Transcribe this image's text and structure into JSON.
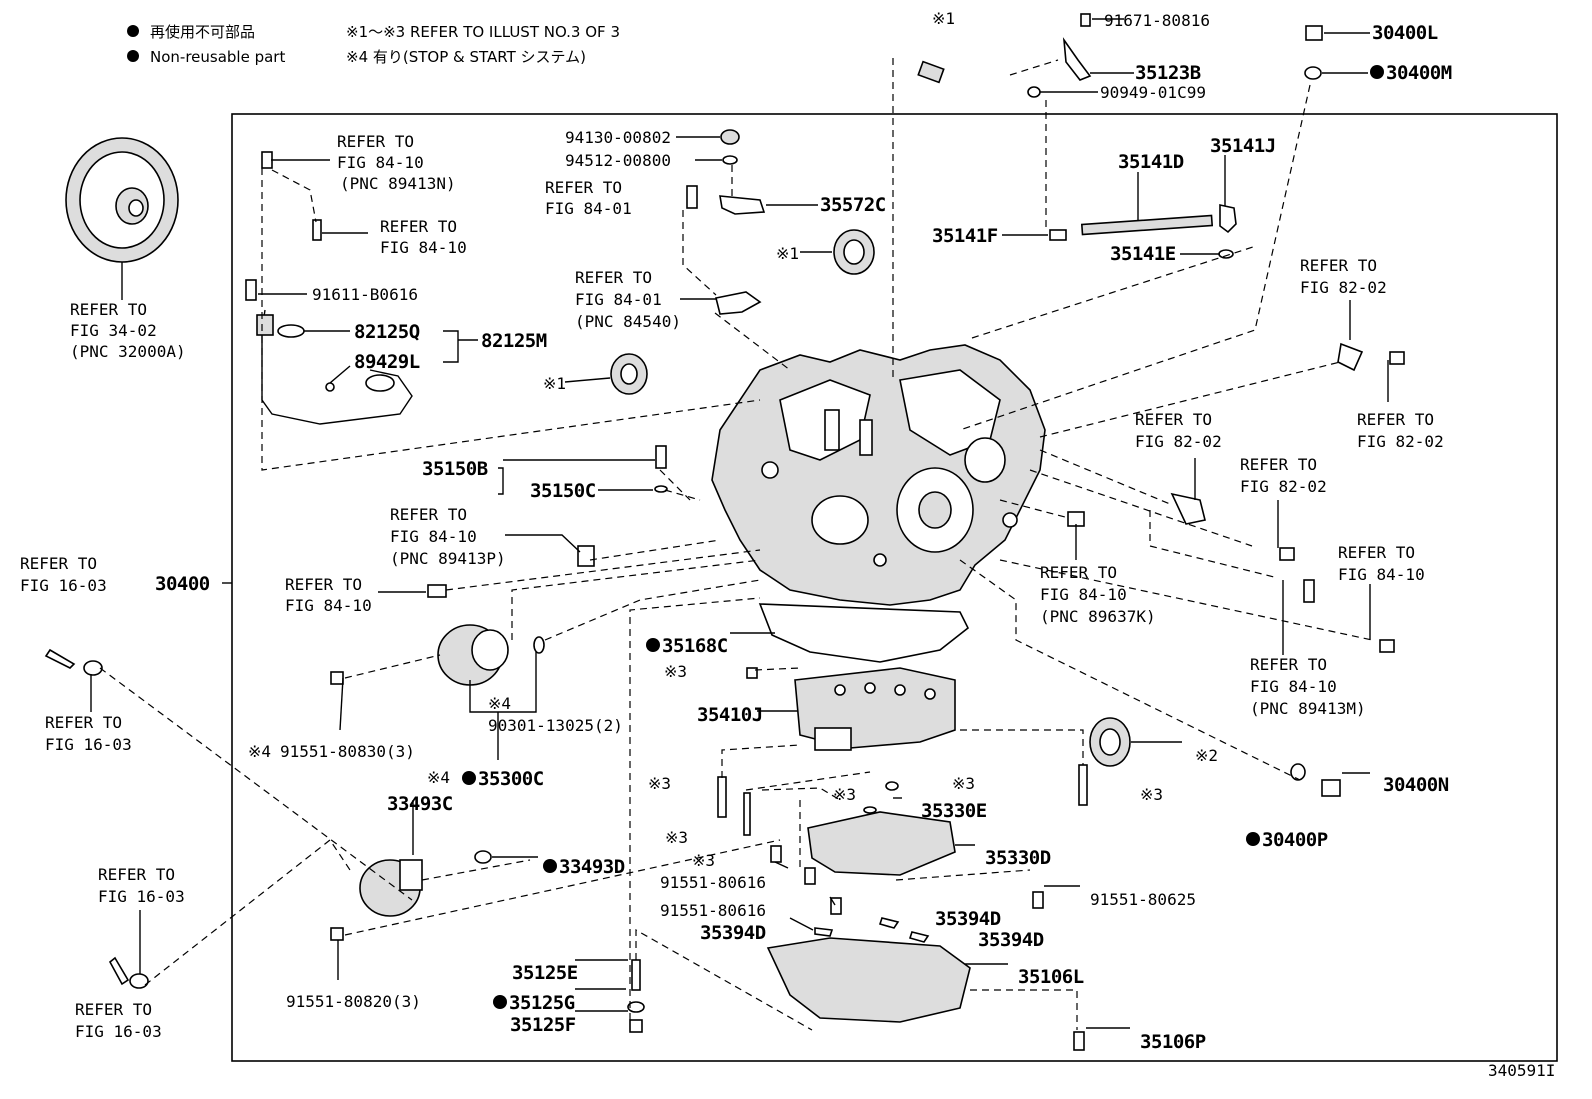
{
  "legend": {
    "line1_jp": "再使用不可部品",
    "line2_en": "Non-reusable part",
    "note1": "※1～※3 REFER TO ILLUST NO.3 OF 3",
    "note2": "※4 有り(STOP & START システム)"
  },
  "marks": {
    "m1": "※1",
    "m2": "※2",
    "m3": "※3",
    "m4": "※4"
  },
  "refs": {
    "refer_to": "REFER TO",
    "fig_84_10": "FIG 84-10",
    "fig_84_01": "FIG 84-01",
    "fig_82_02": "FIG 82-02",
    "fig_34_02": "FIG 34-02",
    "fig_16_03": "FIG 16-03",
    "pnc_89413N": "(PNC 89413N)",
    "pnc_84540": "(PNC 84540)",
    "pnc_32000A": "(PNC 32000A)",
    "pnc_89413P": "(PNC 89413P)",
    "pnc_89637K": "(PNC 89637K)",
    "pnc_89413M": "(PNC 89413M)"
  },
  "parts": {
    "p91671_80816": "91671-80816",
    "p35123B": "35123B",
    "p90949_01C99": "90949-01C99",
    "p30400L": "30400L",
    "p30400M": "30400M",
    "p94130_00802": "94130-00802",
    "p94512_00800": "94512-00800",
    "p35572C": "35572C",
    "p35141D": "35141D",
    "p35141J": "35141J",
    "p35141F": "35141F",
    "p35141E": "35141E",
    "p91611_B0616": "91611-B0616",
    "p82125Q": "82125Q",
    "p82125M": "82125M",
    "p89429L": "89429L",
    "p35150B": "35150B",
    "p35150C": "35150C",
    "p30400": "30400",
    "p35168C": "35168C",
    "p35410J": "35410J",
    "p90301_13025": "90301-13025(2)",
    "p91551_80830": "91551-80830(3)",
    "p35300C": "35300C",
    "p33493C": "33493C",
    "p33493D": "33493D",
    "p35330E": "35330E",
    "p35330D": "35330D",
    "p91551_80616a": "91551-80616",
    "p91551_80616b": "91551-80616",
    "p91551_80625": "91551-80625",
    "p35394D_a": "35394D",
    "p35394D_b": "35394D",
    "p35394D_c": "35394D",
    "p35125E": "35125E",
    "p35125G": "35125G",
    "p35125F": "35125F",
    "p35106L": "35106L",
    "p35106P": "35106P",
    "p91551_80820": "91551-80820(3)",
    "p30400N": "30400N",
    "p30400P": "30400P"
  },
  "illustration_id": "340591I"
}
